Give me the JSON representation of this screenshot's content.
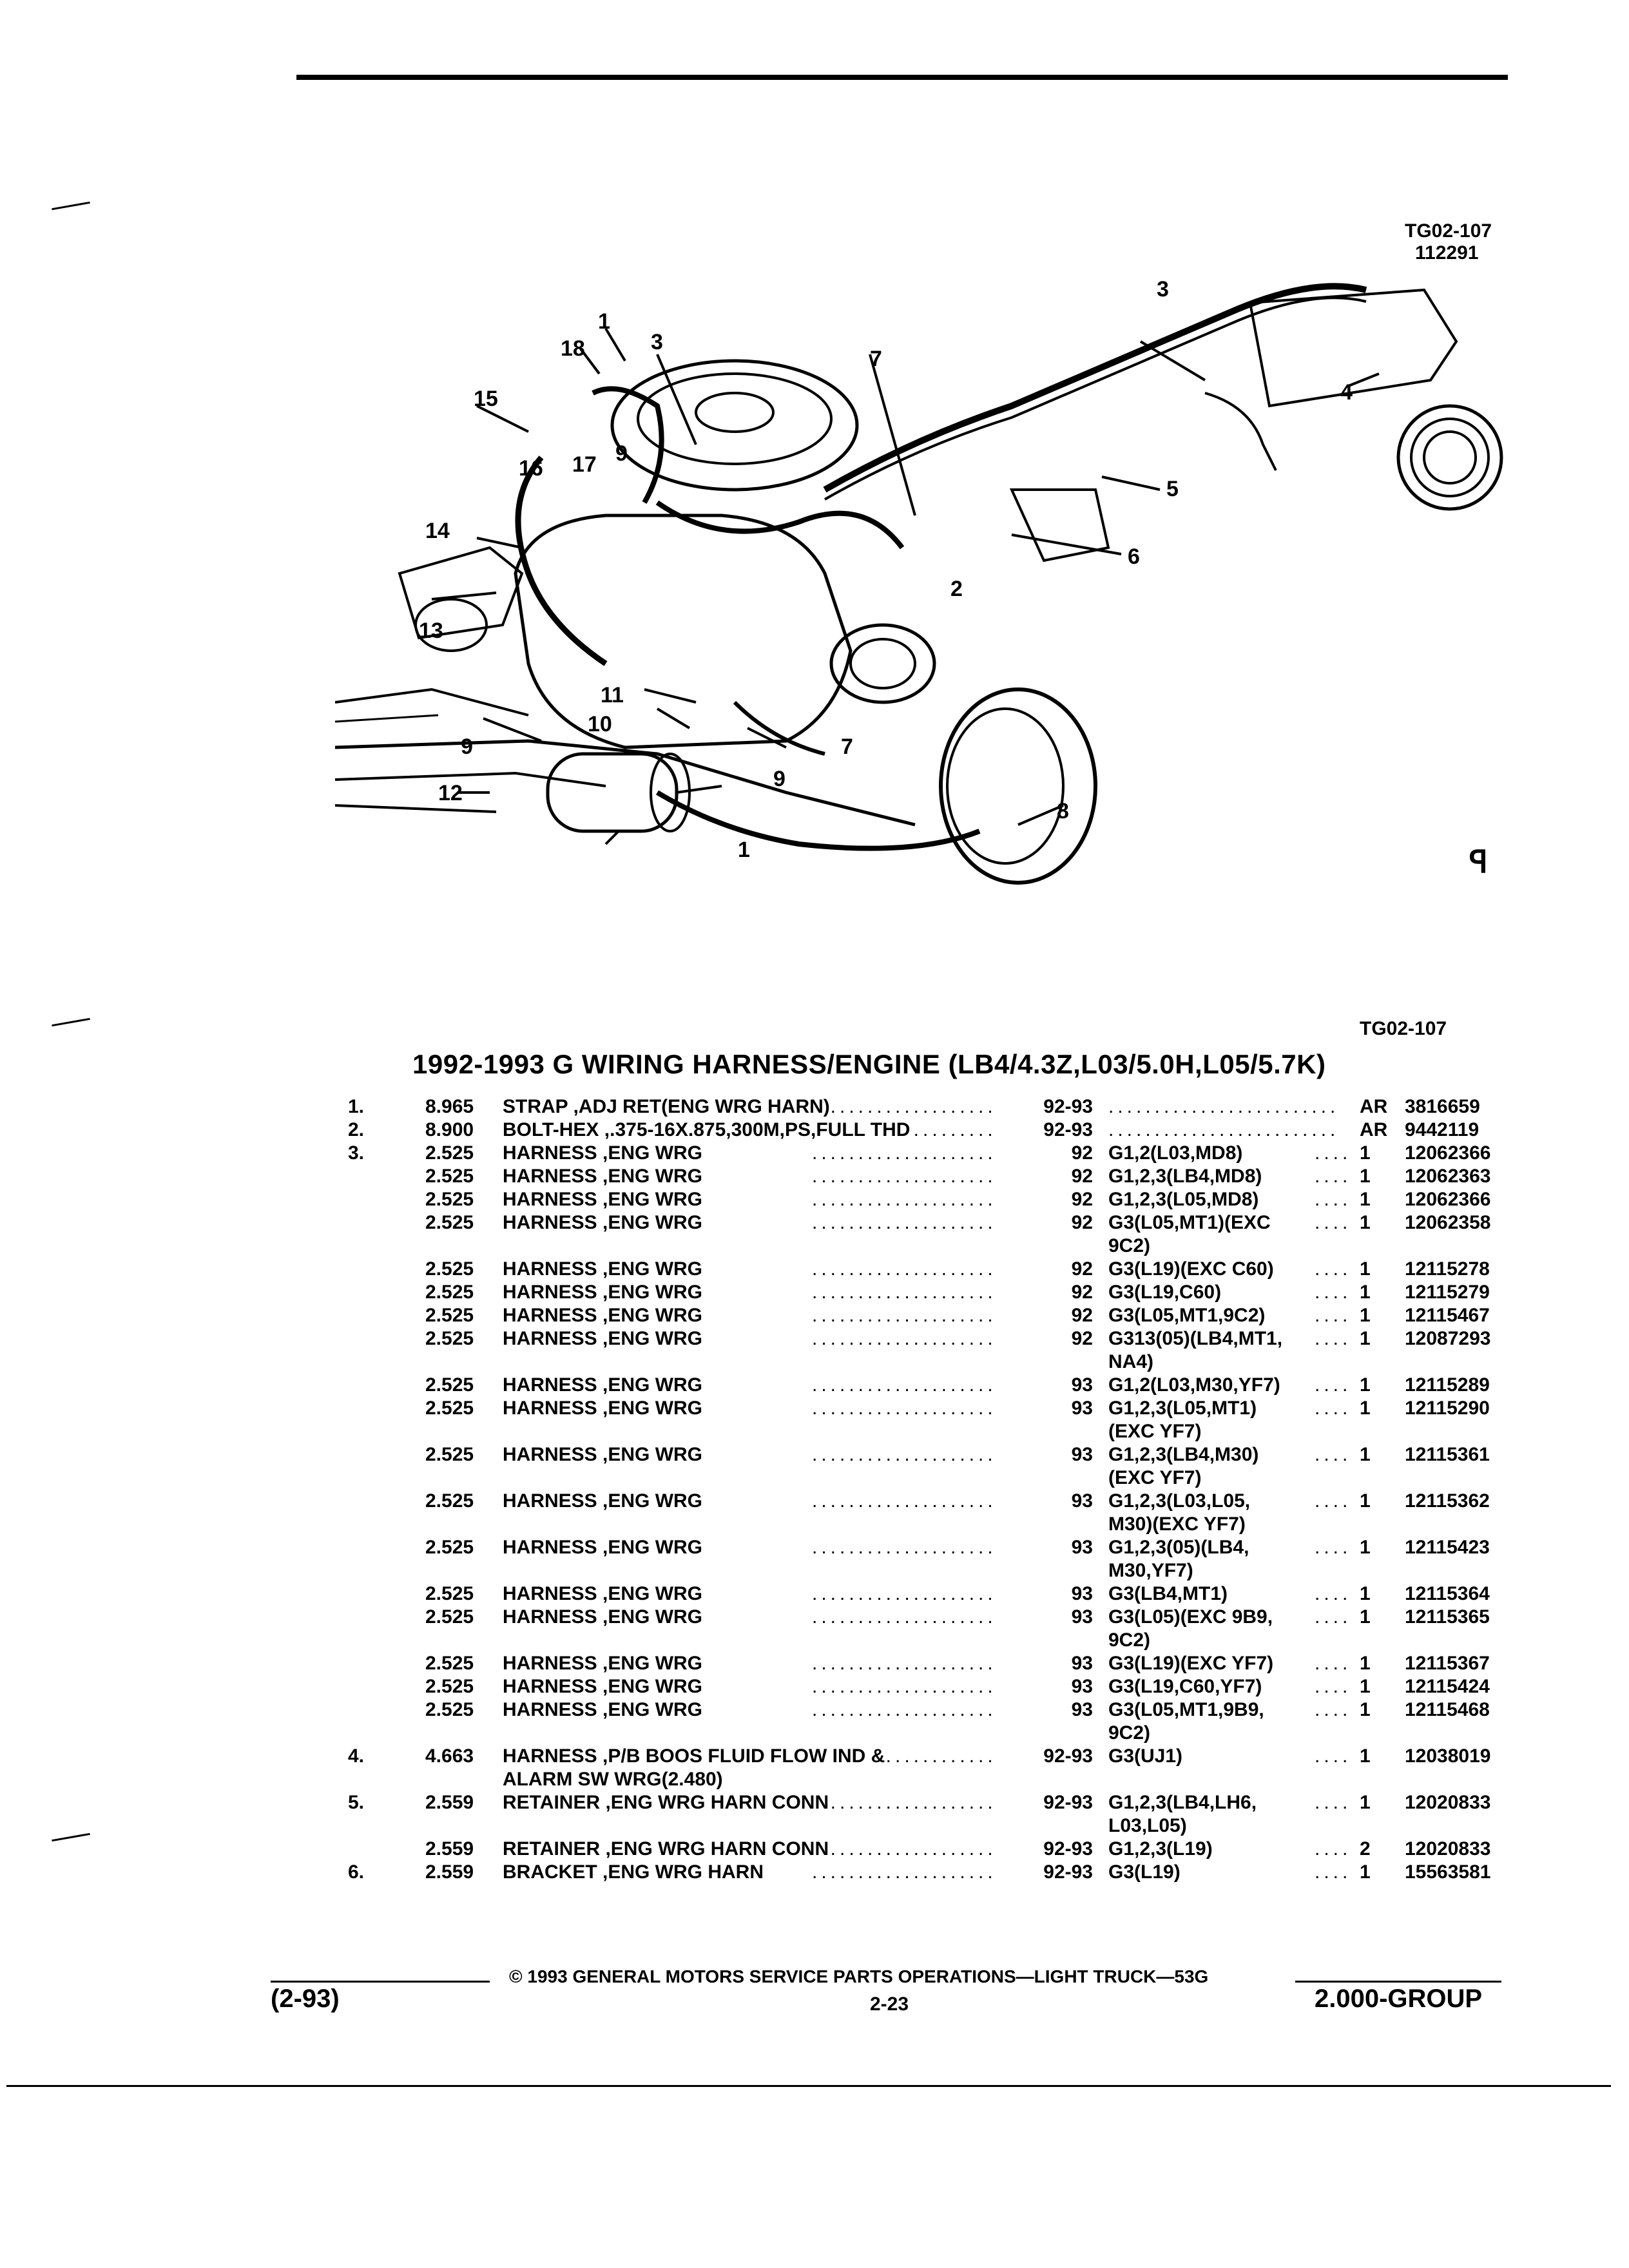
{
  "figure": {
    "id": "TG02-107",
    "date": "112291",
    "caption_id": "TG02-107",
    "callouts": [
      "1",
      "18",
      "3",
      "7",
      "15",
      "16",
      "17",
      "9",
      "14",
      "13",
      "2",
      "5",
      "6",
      "11",
      "10",
      "9",
      "7",
      "9",
      "12",
      "1",
      "8",
      "3",
      "4"
    ],
    "mark": "ꟼ"
  },
  "title": "1992-1993 G WIRING HARNESS/ENGINE (LB4/4.3Z,L03/5.0H,L05/5.7K)",
  "parts": [
    {
      "num": "1.",
      "sec": "8.965",
      "desc": "STRAP ,ADJ RET(ENG WRG HARN)",
      "desc2": "",
      "years": "92-93",
      "usage": "",
      "usage2": "",
      "qty": "AR",
      "pn": "3816659"
    },
    {
      "num": "2.",
      "sec": "8.900",
      "desc": "BOLT-HEX ,.375-16X.875,300M,PS,FULL THD",
      "desc2": "",
      "years": "92-93",
      "usage": "",
      "usage2": "",
      "qty": "AR",
      "pn": "9442119"
    },
    {
      "num": "3.",
      "sec": "2.525",
      "desc": "HARNESS ,ENG WRG",
      "desc2": "",
      "years": "92",
      "usage": "G1,2(L03,MD8)",
      "usage2": "",
      "qty": "1",
      "pn": "12062366"
    },
    {
      "num": "",
      "sec": "2.525",
      "desc": "HARNESS ,ENG WRG",
      "desc2": "",
      "years": "92",
      "usage": "G1,2,3(LB4,MD8)",
      "usage2": "",
      "qty": "1",
      "pn": "12062363"
    },
    {
      "num": "",
      "sec": "2.525",
      "desc": "HARNESS ,ENG WRG",
      "desc2": "",
      "years": "92",
      "usage": "G1,2,3(L05,MD8)",
      "usage2": "",
      "qty": "1",
      "pn": "12062366"
    },
    {
      "num": "",
      "sec": "2.525",
      "desc": "HARNESS ,ENG WRG",
      "desc2": "",
      "years": "92",
      "usage": "G3(L05,MT1)(EXC",
      "usage2": "9C2)",
      "qty": "1",
      "pn": "12062358"
    },
    {
      "num": "",
      "sec": "2.525",
      "desc": "HARNESS ,ENG WRG",
      "desc2": "",
      "years": "92",
      "usage": "G3(L19)(EXC C60)",
      "usage2": "",
      "qty": "1",
      "pn": "12115278"
    },
    {
      "num": "",
      "sec": "2.525",
      "desc": "HARNESS ,ENG WRG",
      "desc2": "",
      "years": "92",
      "usage": "G3(L19,C60)",
      "usage2": "",
      "qty": "1",
      "pn": "12115279"
    },
    {
      "num": "",
      "sec": "2.525",
      "desc": "HARNESS ,ENG WRG",
      "desc2": "",
      "years": "92",
      "usage": "G3(L05,MT1,9C2)",
      "usage2": "",
      "qty": "1",
      "pn": "12115467"
    },
    {
      "num": "",
      "sec": "2.525",
      "desc": "HARNESS ,ENG WRG",
      "desc2": "",
      "years": "92",
      "usage": "G313(05)(LB4,MT1,",
      "usage2": "NA4)",
      "qty": "1",
      "pn": "12087293"
    },
    {
      "num": "",
      "sec": "2.525",
      "desc": "HARNESS ,ENG WRG",
      "desc2": "",
      "years": "93",
      "usage": "G1,2(L03,M30,YF7)",
      "usage2": "",
      "qty": "1",
      "pn": "12115289"
    },
    {
      "num": "",
      "sec": "2.525",
      "desc": "HARNESS ,ENG WRG",
      "desc2": "",
      "years": "93",
      "usage": "G1,2,3(L05,MT1)",
      "usage2": "(EXC YF7)",
      "qty": "1",
      "pn": "12115290"
    },
    {
      "num": "",
      "sec": "2.525",
      "desc": "HARNESS ,ENG WRG",
      "desc2": "",
      "years": "93",
      "usage": "G1,2,3(LB4,M30)",
      "usage2": "(EXC YF7)",
      "qty": "1",
      "pn": "12115361"
    },
    {
      "num": "",
      "sec": "2.525",
      "desc": "HARNESS ,ENG WRG",
      "desc2": "",
      "years": "93",
      "usage": "G1,2,3(L03,L05,",
      "usage2": "M30)(EXC YF7)",
      "qty": "1",
      "pn": "12115362"
    },
    {
      "num": "",
      "sec": "2.525",
      "desc": "HARNESS ,ENG WRG",
      "desc2": "",
      "years": "93",
      "usage": "G1,2,3(05)(LB4,",
      "usage2": "M30,YF7)",
      "qty": "1",
      "pn": "12115423"
    },
    {
      "num": "",
      "sec": "2.525",
      "desc": "HARNESS ,ENG WRG",
      "desc2": "",
      "years": "93",
      "usage": "G3(LB4,MT1)",
      "usage2": "",
      "qty": "1",
      "pn": "12115364"
    },
    {
      "num": "",
      "sec": "2.525",
      "desc": "HARNESS ,ENG WRG",
      "desc2": "",
      "years": "93",
      "usage": "G3(L05)(EXC 9B9,",
      "usage2": "9C2)",
      "qty": "1",
      "pn": "12115365"
    },
    {
      "num": "",
      "sec": "2.525",
      "desc": "HARNESS ,ENG WRG",
      "desc2": "",
      "years": "93",
      "usage": "G3(L19)(EXC YF7)",
      "usage2": "",
      "qty": "1",
      "pn": "12115367"
    },
    {
      "num": "",
      "sec": "2.525",
      "desc": "HARNESS ,ENG WRG",
      "desc2": "",
      "years": "93",
      "usage": "G3(L19,C60,YF7)",
      "usage2": "",
      "qty": "1",
      "pn": "12115424"
    },
    {
      "num": "",
      "sec": "2.525",
      "desc": "HARNESS ,ENG WRG",
      "desc2": "",
      "years": "93",
      "usage": "G3(L05,MT1,9B9,",
      "usage2": "9C2)",
      "qty": "1",
      "pn": "12115468"
    },
    {
      "num": "4.",
      "sec": "4.663",
      "desc": "HARNESS ,P/B BOOS FLUID FLOW IND &",
      "desc2": "ALARM SW WRG(2.480)",
      "years": "92-93",
      "usage": "G3(UJ1)",
      "usage2": "",
      "qty": "1",
      "pn": "12038019"
    },
    {
      "num": "5.",
      "sec": "2.559",
      "desc": "RETAINER ,ENG WRG HARN CONN",
      "desc2": "",
      "years": "92-93",
      "usage": "G1,2,3(LB4,LH6,",
      "usage2": "L03,L05)",
      "qty": "1",
      "pn": "12020833"
    },
    {
      "num": "",
      "sec": "2.559",
      "desc": "RETAINER ,ENG WRG HARN CONN",
      "desc2": "",
      "years": "92-93",
      "usage": "G1,2,3(L19)",
      "usage2": "",
      "qty": "2",
      "pn": "12020833"
    },
    {
      "num": "6.",
      "sec": "2.559",
      "desc": "BRACKET ,ENG WRG HARN",
      "desc2": "",
      "years": "92-93",
      "usage": "G3(L19)",
      "usage2": "",
      "qty": "1",
      "pn": "15563581"
    }
  ],
  "footer": {
    "copyright": "© 1993 GENERAL MOTORS SERVICE PARTS OPERATIONS—LIGHT TRUCK—53G",
    "date_code": "(2-93)",
    "page": "2-23",
    "group": "2.000-GROUP"
  }
}
